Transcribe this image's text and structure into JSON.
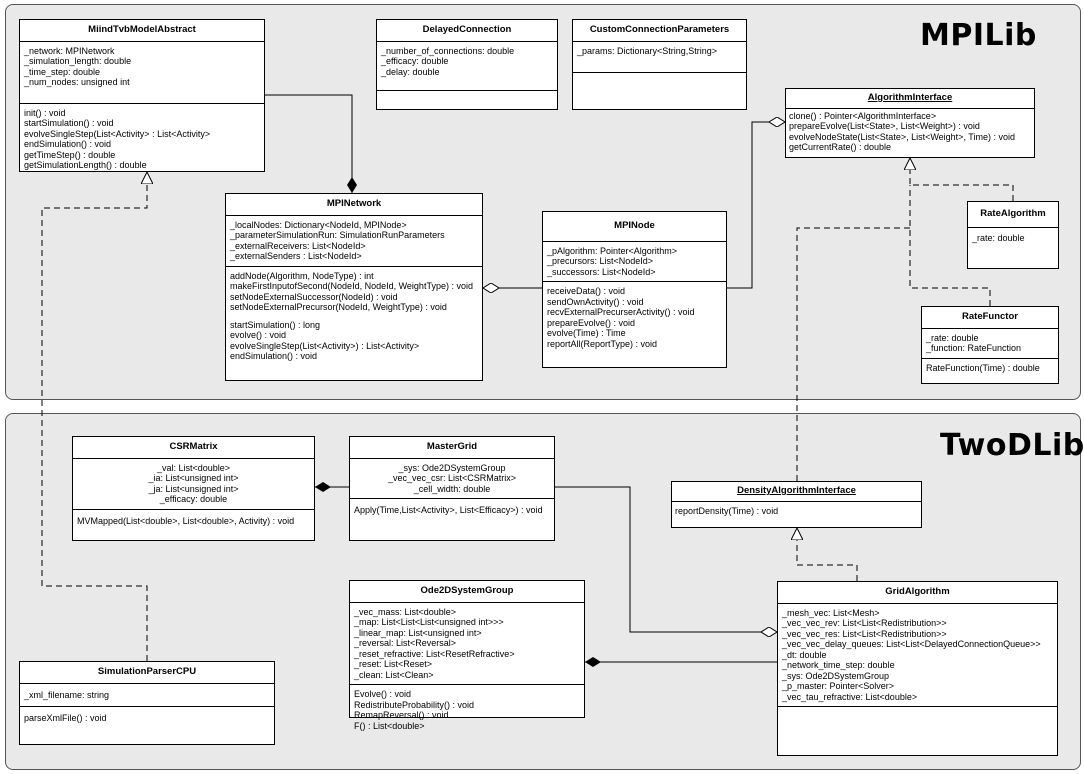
{
  "packages": {
    "mpilib": "MPILib",
    "twodlib": "TwoDLib"
  },
  "classes": {
    "miind": {
      "name": "MiindTvbModelAbstract",
      "attributes": [
        "_network: MPINetwork",
        "_simulation_length: double",
        "_time_step: double",
        "_num_nodes: unsigned int"
      ],
      "methods": [
        "init() : void",
        "startSimulation() : void",
        "evolveSingleStep(List<Activity> : List<Activity>",
        "endSimulation() : void",
        "getTimeStep() : double",
        "getSimulationLength() : double"
      ]
    },
    "delayed": {
      "name": "DelayedConnection",
      "attributes": [
        "_number_of_connections: double",
        "_efficacy: double",
        "_delay: double"
      ]
    },
    "custom": {
      "name": "CustomConnectionParameters",
      "attributes": [
        "_params: Dictionary<String,String>"
      ]
    },
    "alginterface": {
      "name": "AlgorithmInterface",
      "methods": [
        "clone() : Pointer<AlgorithmInterface>",
        "prepareEvolve(List<State>, List<Weight>) : void",
        "evolveNodeState(List<State>, List<Weight>, Time) : void",
        "getCurrentRate() : double"
      ]
    },
    "mpinetwork": {
      "name": "MPINetwork",
      "attributes": [
        "_localNodes: Dictionary<NodeId, MPINode>",
        "_parameterSimulationRun: SimulationRunParameters",
        "_externalReceivers: List<NodeId>",
        "_externalSenders : List<NodeId>"
      ],
      "methods1": [
        "addNode(Algorithm, NodeType) : int",
        "makeFirstInputofSecond(NodeId, NodeId, WeightType) : void",
        "setNodeExternalSuccessor(NodeId) : void",
        "setNodeExternalPrecursor(NodeId, WeightType) : void"
      ],
      "methods2": [
        "startSimulation() : long",
        "evolve() : void",
        "evolveSingleStep(List<Activity>) : List<Activity>",
        "endSimulation() : void"
      ]
    },
    "mpinode": {
      "name": "MPINode",
      "attributes": [
        "_pAlgorithm: Pointer<Algorithm>",
        "_precursors: List<NodeId>",
        "_successors: List<NodeId>"
      ],
      "methods": [
        "receiveData() : void",
        "sendOwnActivity() : void",
        "recvExternalPrecurserActivity() : void",
        "prepareEvolve() : void",
        "evolve(Time) : Time",
        "reportAll(ReportType) : void"
      ]
    },
    "ratealgorithm": {
      "name": "RateAlgorithm",
      "attributes": [
        "_rate: double"
      ]
    },
    "ratefunctor": {
      "name": "RateFunctor",
      "attributes": [
        "_rate: double",
        "_function: RateFunction"
      ],
      "methods": [
        "RateFunction(Time) : double"
      ]
    },
    "csrmatrix": {
      "name": "CSRMatrix",
      "attributes": [
        "_val: List<double>",
        "_ia: List<unsigned int>",
        "_ja: List<unsigned int>",
        "_efficacy: double"
      ],
      "methods": [
        "MVMapped(List<double>, List<double>, Activity) : void"
      ]
    },
    "mastergrid": {
      "name": "MasterGrid",
      "attributes": [
        "_sys: Ode2DSystemGroup",
        "_vec_vec_csr: List<CSRMatrix>",
        "_cell_width: double"
      ],
      "methods": [
        "Apply(Time,List<Activity>, List<Efficacy>) : void"
      ]
    },
    "densityiface": {
      "name": "DensityAlgorithmInterface",
      "methods": [
        "reportDensity(Time) : void"
      ]
    },
    "ode2d": {
      "name": "Ode2DSystemGroup",
      "attributes": [
        "_vec_mass: List<double>",
        "_map: List<List<List<unsigned int>>>",
        "_linear_map: List<unsigned int>",
        "_reversal: List<Reversal>",
        "_reset_refractive: List<ResetRefractive>",
        "_reset: List<Reset>",
        "_clean: List<Clean>"
      ],
      "methods": [
        "Evolve() : void",
        "RedistributeProbability() : void",
        "RemapReversal() : void",
        "F() : List<double>"
      ]
    },
    "gridalgorithm": {
      "name": "GridAlgorithm",
      "attributes": [
        "_mesh_vec: List<Mesh>",
        "_vec_vec_rev: List<List<Redistribution>>",
        "_vec_vec_res: List<List<Redistribution>>",
        "_vec_vec_delay_queues: List<List<DelayedConnectionQueue>>",
        "_dt: double",
        "_network_time_step: double",
        "_sys: Ode2DSystemGroup",
        "_p_master: Pointer<Solver>",
        "_vec_tau_refractive: List<double>"
      ]
    },
    "simparser": {
      "name": "SimulationParserCPU",
      "attributes": [
        "_xml_filename: string"
      ],
      "methods": [
        "parseXmlFile() : void"
      ]
    }
  }
}
